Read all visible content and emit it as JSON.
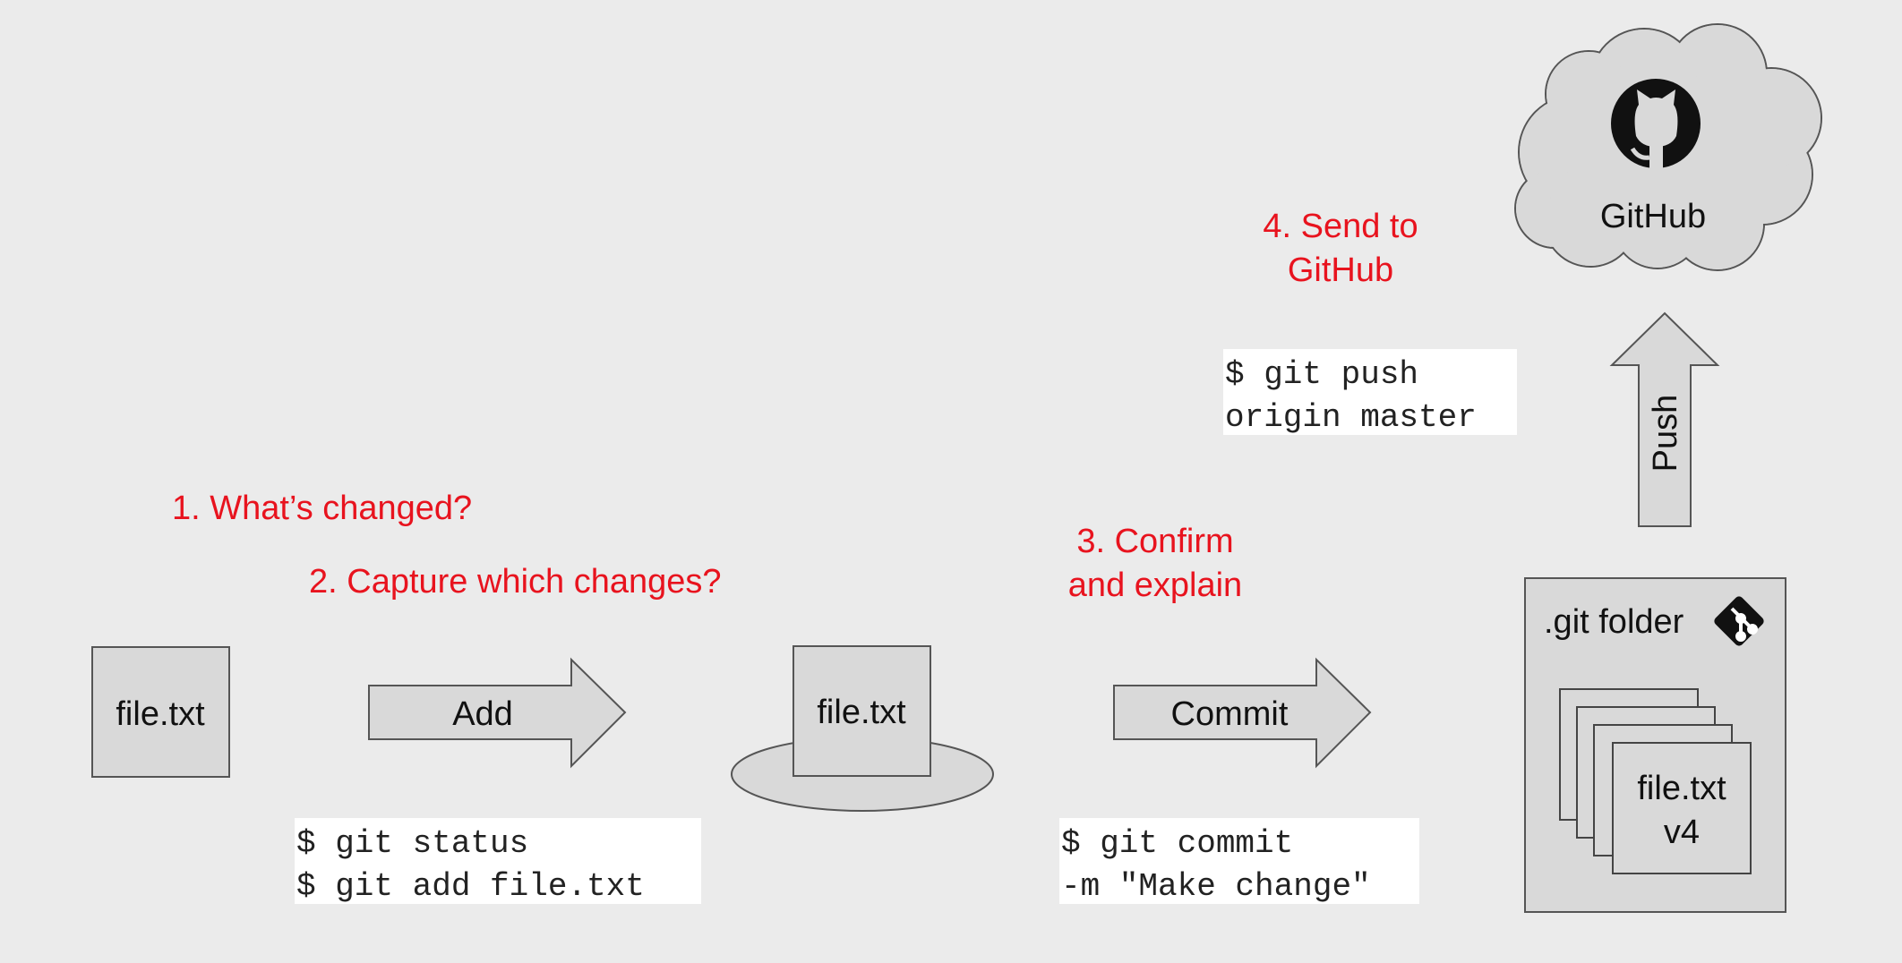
{
  "steps": {
    "step1": "1. What’s changed?",
    "step2": "2. Capture which changes?",
    "step3_line1": "3. Confirm",
    "step3_line2": "and explain",
    "step4_line1": "4. Send to",
    "step4_line2": "GitHub"
  },
  "working": {
    "file_label": "file.txt"
  },
  "staging": {
    "file_label": "file.txt"
  },
  "arrows": {
    "add": "Add",
    "commit": "Commit",
    "push": "Push"
  },
  "commands": {
    "status": "$ git status",
    "add": "$ git add file.txt",
    "commit_line1": "$ git commit",
    "commit_line2": "-m \"Make change\"",
    "push_line1": "$ git push",
    "push_line2": "origin master"
  },
  "repo": {
    "title": ".git folder",
    "file_line1": "file.txt",
    "file_line2": "v4"
  },
  "remote": {
    "name": "GitHub"
  },
  "icons": {
    "git": "git-diamond-icon",
    "github": "github-octocat-icon"
  },
  "colors": {
    "background": "#ebebeb",
    "step_text": "#e8131e",
    "shape_fill": "#d9d9d9",
    "shape_stroke": "#555555",
    "command_bg": "#ffffff"
  }
}
